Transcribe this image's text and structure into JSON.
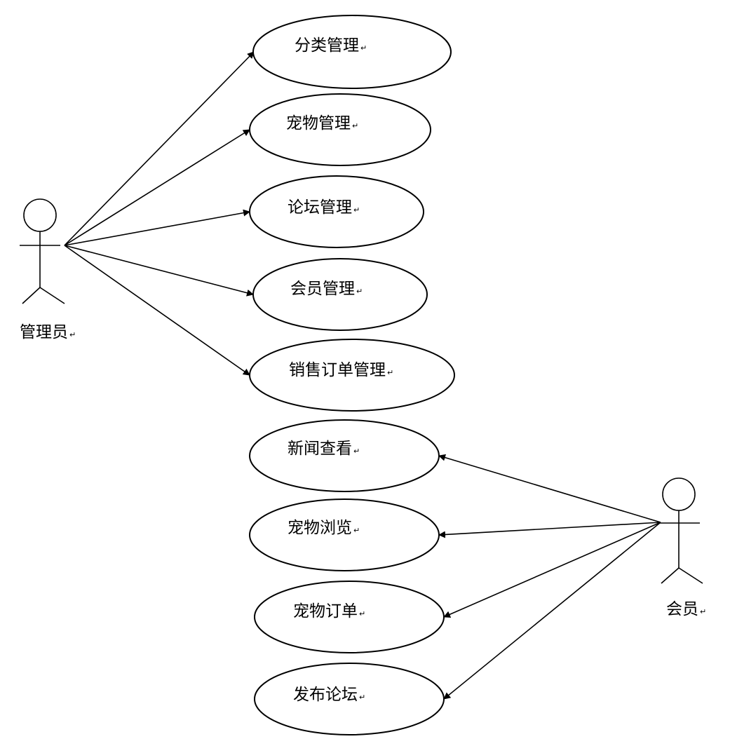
{
  "actors": {
    "admin": {
      "label": "管理员"
    },
    "member": {
      "label": "会员"
    }
  },
  "use_cases": {
    "category_mgmt": "分类管理",
    "pet_mgmt": "宠物管理",
    "forum_mgmt": "论坛管理",
    "member_mgmt": "会员管理",
    "sales_order_mgmt": "销售订单管理",
    "news_view": "新闻查看",
    "pet_browse": "宠物浏览",
    "pet_order": "宠物订单",
    "post_forum": "发布论坛"
  },
  "paragraph_mark": "↵",
  "associations": [
    {
      "from": "admin",
      "to": "category_mgmt"
    },
    {
      "from": "admin",
      "to": "pet_mgmt"
    },
    {
      "from": "admin",
      "to": "forum_mgmt"
    },
    {
      "from": "admin",
      "to": "member_mgmt"
    },
    {
      "from": "admin",
      "to": "sales_order_mgmt"
    },
    {
      "from": "member",
      "to": "news_view"
    },
    {
      "from": "member",
      "to": "pet_browse"
    },
    {
      "from": "member",
      "to": "pet_order"
    },
    {
      "from": "member",
      "to": "post_forum"
    }
  ]
}
